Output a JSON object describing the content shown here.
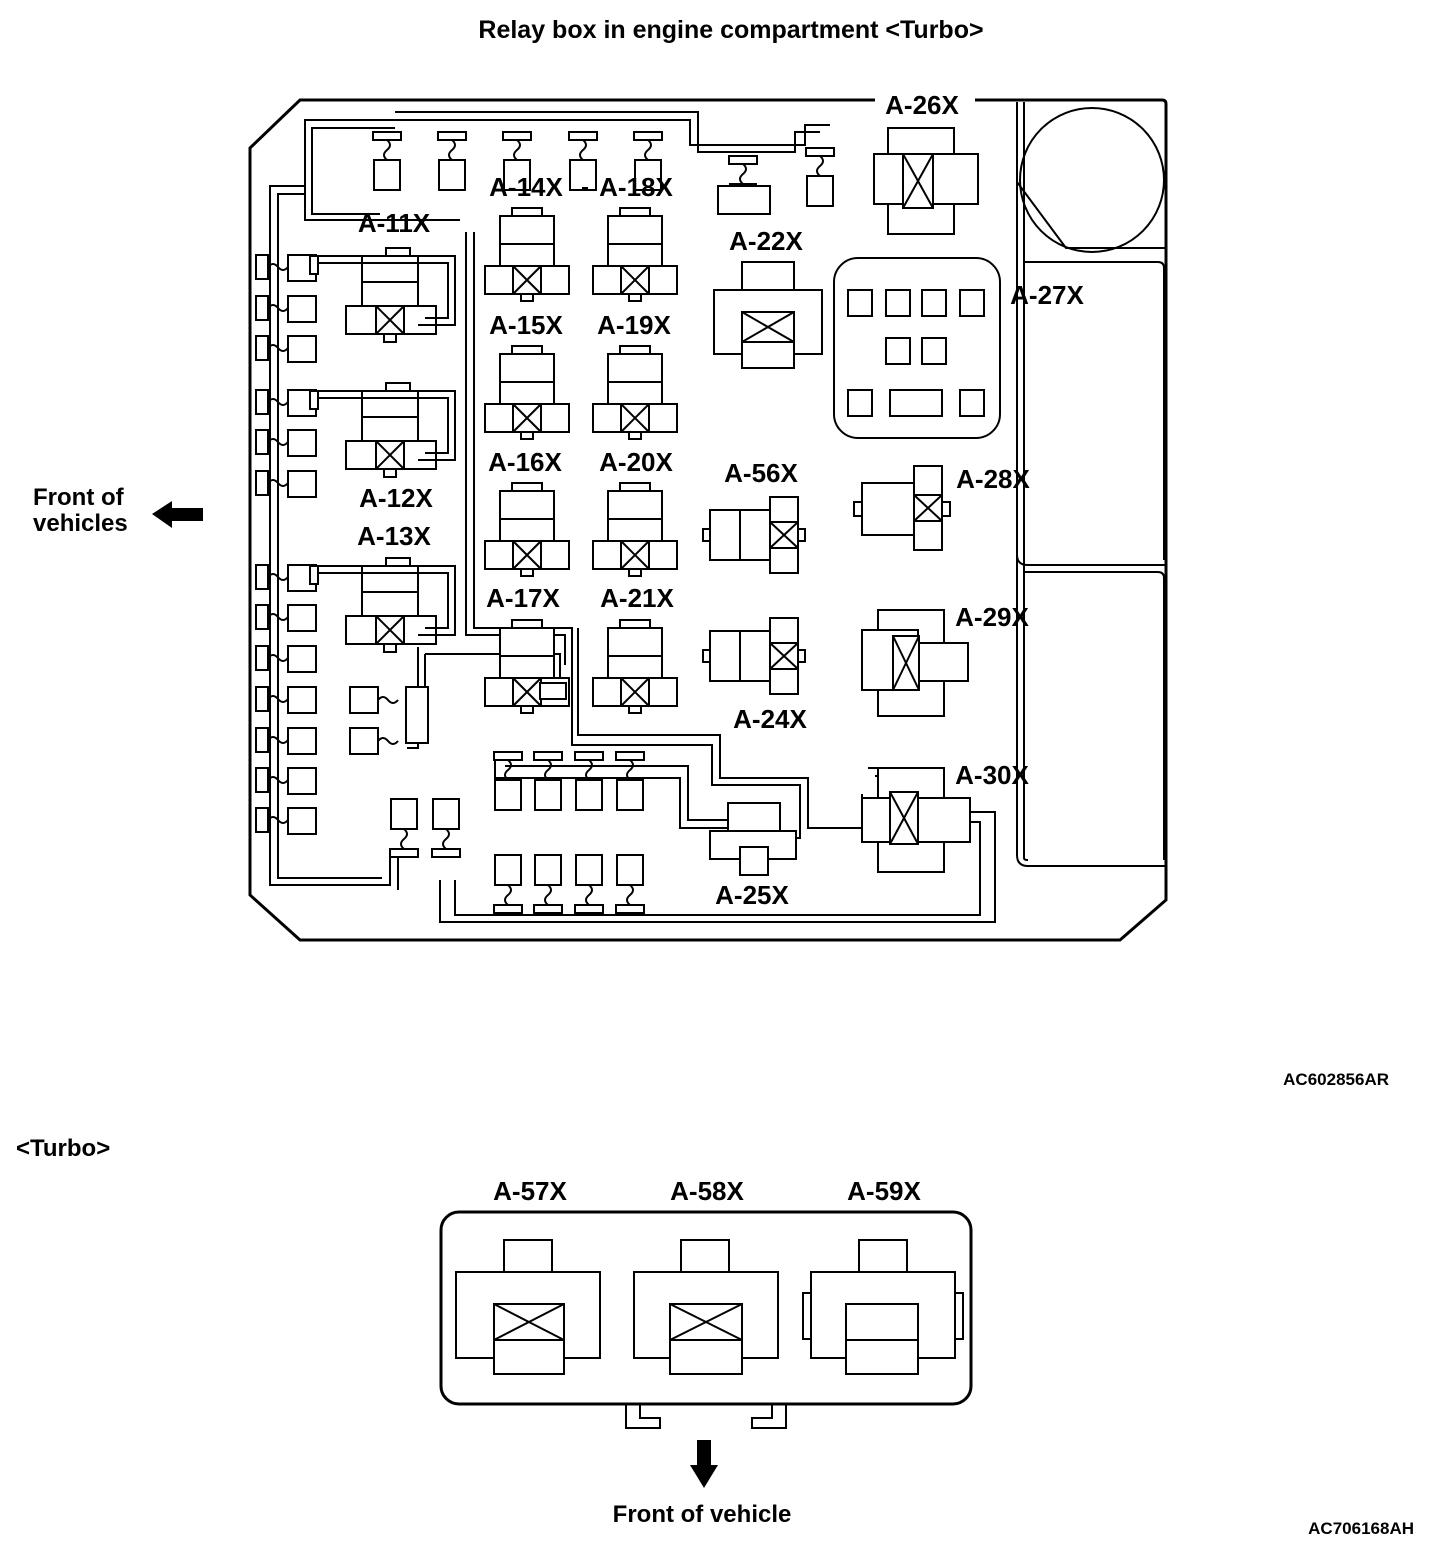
{
  "diagram1": {
    "title": "Relay box in engine compartment <Turbo>",
    "front_label_line1": "Front of",
    "front_label_line2": "vehicles",
    "code": "AC602856AR",
    "labels": {
      "a11": "A-11X",
      "a12": "A-12X",
      "a13": "A-13X",
      "a14": "A-14X",
      "a15": "A-15X",
      "a16": "A-16X",
      "a17": "A-17X",
      "a18": "A-18X",
      "a19": "A-19X",
      "a20": "A-20X",
      "a21": "A-21X",
      "a22": "A-22X",
      "a24": "A-24X",
      "a25": "A-25X",
      "a26": "A-26X",
      "a27": "A-27X",
      "a28": "A-28X",
      "a29": "A-29X",
      "a30": "A-30X",
      "a56": "A-56X"
    }
  },
  "diagram2": {
    "title": "<Turbo>",
    "labels": {
      "a57": "A-57X",
      "a58": "A-58X",
      "a59": "A-59X"
    },
    "front_label": "Front of vehicle",
    "code": "AC706168AH"
  }
}
